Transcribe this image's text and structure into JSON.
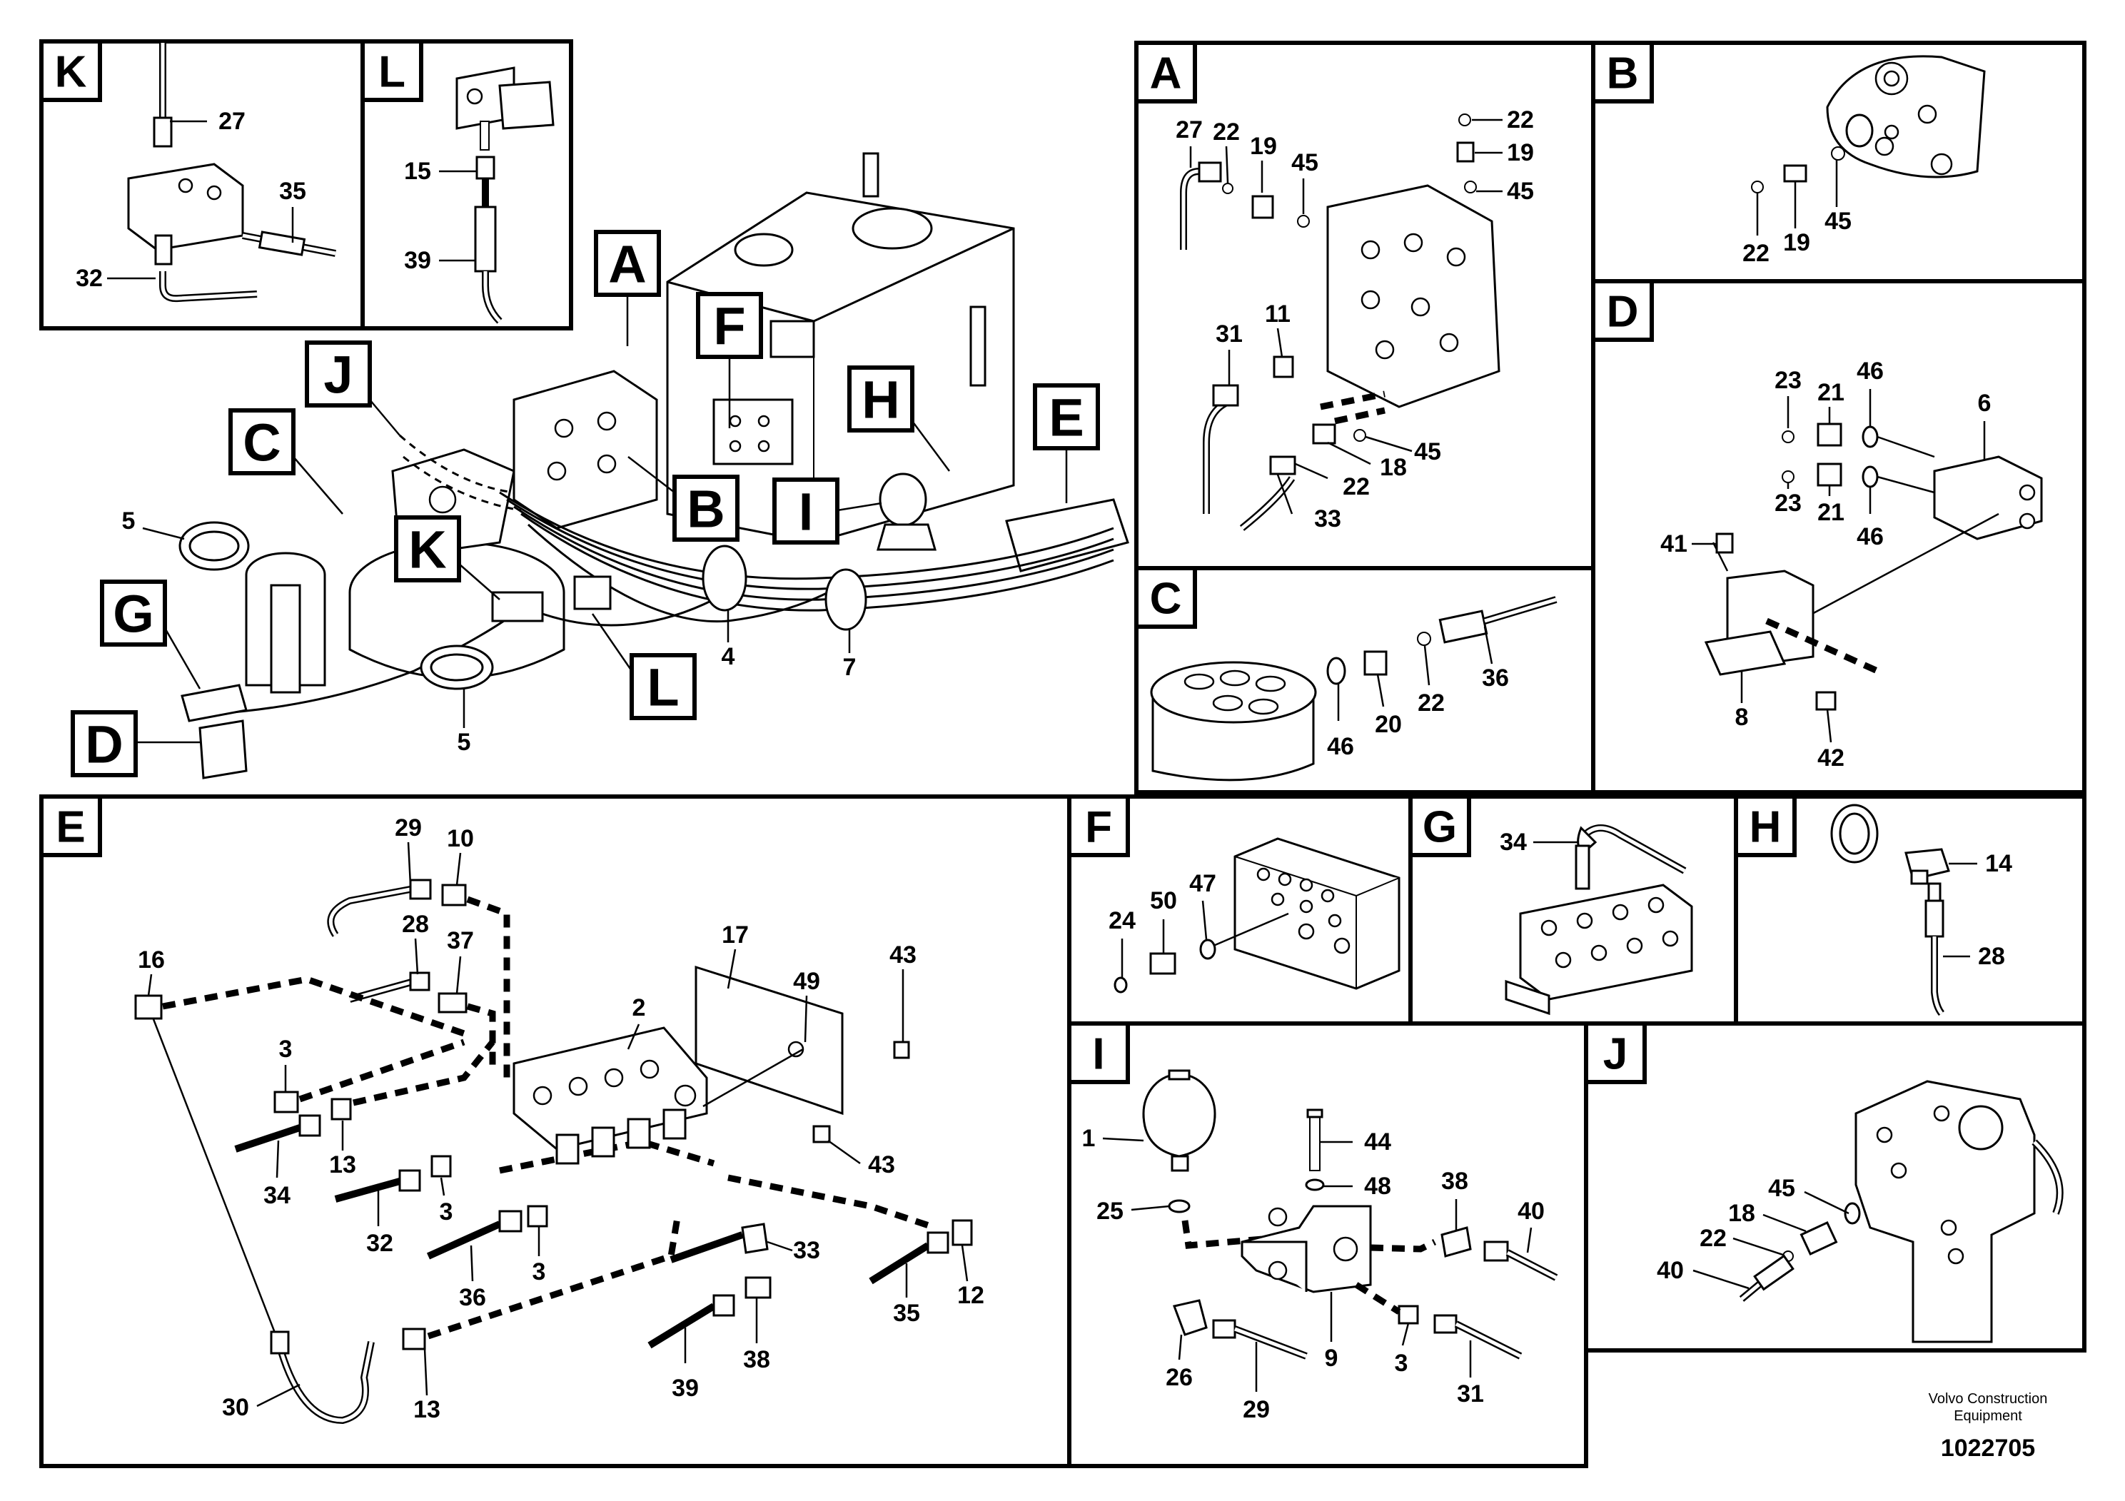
{
  "panels": {
    "K": {
      "tag": "K",
      "labels": [
        "27",
        "35",
        "32"
      ]
    },
    "L": {
      "tag": "L",
      "labels": [
        "15",
        "39"
      ]
    },
    "A": {
      "tag": "A",
      "labels": [
        "27",
        "22",
        "19",
        "45",
        "22",
        "19",
        "45",
        "31",
        "11",
        "45",
        "18",
        "22",
        "33"
      ]
    },
    "B": {
      "tag": "B",
      "labels": [
        "22",
        "19",
        "45"
      ]
    },
    "C": {
      "tag": "C",
      "labels": [
        "46",
        "20",
        "22",
        "36"
      ]
    },
    "D": {
      "tag": "D",
      "labels": [
        "23",
        "21",
        "46",
        "6",
        "23",
        "21",
        "46",
        "41",
        "8",
        "42"
      ]
    },
    "E": {
      "tag": "E",
      "labels": [
        "29",
        "10",
        "28",
        "37",
        "16",
        "3",
        "17",
        "43",
        "49",
        "2",
        "13",
        "34",
        "32",
        "3",
        "43",
        "33",
        "3",
        "36",
        "35",
        "12",
        "38",
        "39",
        "30",
        "13"
      ]
    },
    "F": {
      "tag": "F",
      "labels": [
        "24",
        "50",
        "47"
      ]
    },
    "G": {
      "tag": "G",
      "labels": [
        "34"
      ]
    },
    "H": {
      "tag": "H",
      "labels": [
        "14",
        "28"
      ]
    },
    "I": {
      "tag": "I",
      "labels": [
        "1",
        "44",
        "48",
        "25",
        "38",
        "40",
        "26",
        "29",
        "9",
        "3",
        "31"
      ]
    },
    "J": {
      "tag": "J",
      "labels": [
        "45",
        "18",
        "22",
        "40"
      ]
    }
  },
  "overview": {
    "callouts": [
      "A",
      "F",
      "J",
      "C",
      "H",
      "E",
      "B",
      "I",
      "K",
      "G",
      "L",
      "D"
    ],
    "labels": [
      "5",
      "4",
      "7",
      "5"
    ]
  },
  "footer": {
    "company_line1": "Volvo Construction",
    "company_line2": "Equipment",
    "drawing_id": "1022705"
  }
}
